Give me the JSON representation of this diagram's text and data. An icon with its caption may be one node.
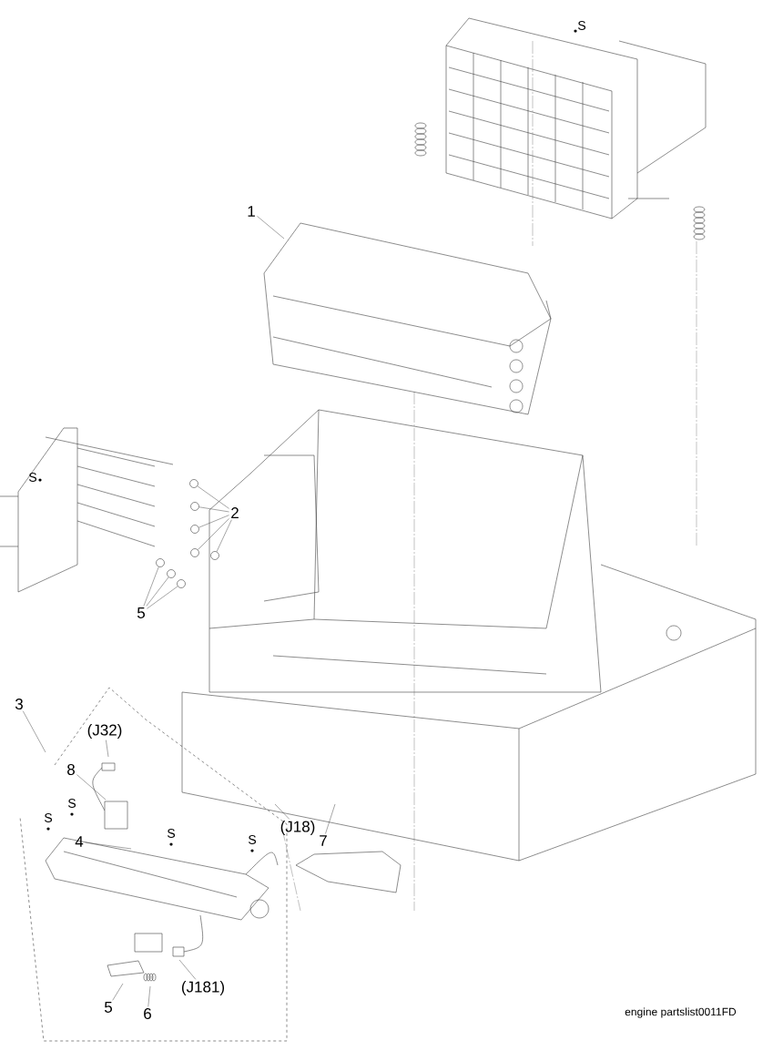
{
  "diagram": {
    "nodes": [
      {
        "text": [
          "1"
        ]
      },
      {
        "text": [
          "2"
        ]
      },
      {
        "text": [
          "5"
        ]
      },
      {
        "text": [
          "3"
        ]
      },
      {
        "text": [
          "(J32)"
        ]
      },
      {
        "text": [
          "8"
        ]
      },
      {
        "text": [
          "(J18)"
        ]
      },
      {
        "text": [
          "7"
        ]
      },
      {
        "text": [
          "4"
        ]
      },
      {
        "text": [
          "(J181)"
        ]
      },
      {
        "text": [
          "5"
        ]
      },
      {
        "text": [
          "6"
        ]
      },
      {
        "text": [],
        "shape": "circle"
      },
      {
        "text": [],
        "shape": "circle"
      },
      {
        "text": [],
        "shape": "circle"
      },
      {
        "text": [],
        "shape": "circle"
      },
      {
        "text": [],
        "shape": "circle"
      },
      {
        "text": [],
        "shape": "circle"
      },
      {
        "text": [],
        "shape": "circle"
      },
      {
        "text": [],
        "shape": "circle"
      }
    ],
    "edges": [
      {
        "from": 0,
        "to": null,
        "arrow": "none"
      },
      {
        "from": 1,
        "to": 12,
        "arrow": "none"
      },
      {
        "from": 1,
        "to": 13,
        "arrow": "none"
      },
      {
        "from": 1,
        "to": 14,
        "arrow": "none"
      },
      {
        "from": 1,
        "to": 15,
        "arrow": "none"
      },
      {
        "from": 1,
        "to": 16,
        "arrow": "none"
      },
      {
        "from": 2,
        "to": 17,
        "arrow": "none"
      },
      {
        "from": 2,
        "to": 18,
        "arrow": "none"
      },
      {
        "from": 2,
        "to": 19,
        "arrow": "none"
      },
      {
        "from": 3,
        "to": null,
        "arrow": "none"
      },
      {
        "from": 4,
        "to": null,
        "arrow": "none"
      },
      {
        "from": 5,
        "to": null,
        "arrow": "none"
      },
      {
        "from": 6,
        "to": null,
        "arrow": "none"
      },
      {
        "from": 7,
        "to": null,
        "arrow": "none"
      },
      {
        "from": 8,
        "to": null,
        "arrow": "none"
      },
      {
        "from": 9,
        "to": null,
        "arrow": "none"
      },
      {
        "from": 10,
        "to": null,
        "arrow": "none"
      },
      {
        "from": 11,
        "to": null,
        "arrow": "none"
      }
    ],
    "labels": [
      "S",
      "S",
      "S",
      "S",
      "S",
      "S",
      "engine partslist0011FD"
    ]
  }
}
